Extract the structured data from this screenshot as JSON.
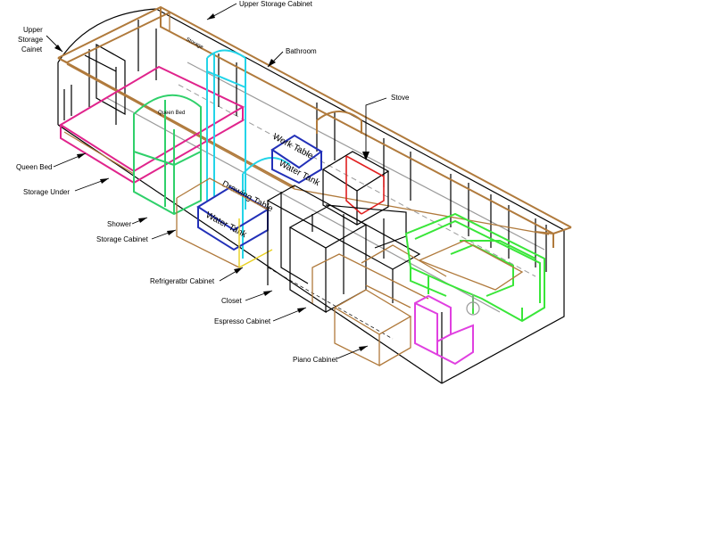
{
  "labels": {
    "upper_storage_cabinet": "Upper Storage Cabinet",
    "upper_storage_cainet_line1": "Upper",
    "upper_storage_cainet_line2": "Storage",
    "upper_storage_cainet_line3": "Cainet",
    "bathroom": "Bathroom",
    "stove": "Stove",
    "queen_bed": "Queen Bed",
    "storage_under": "Storage Under",
    "shower": "Shower",
    "storage_cabinet": "Storage Cabinet",
    "refrigerator_cabinet": "Refrigeratbr Cabinet",
    "closet": "Closet",
    "espresso_cabinet": "Espresso Cabinet",
    "piano_cabinet": "Piano Cabinet"
  },
  "in_drawing": {
    "storage": "Storage",
    "queen_bed": "Queen Bed",
    "work_table": "Work Table",
    "water_tank_upper": "Water Tank",
    "drawing_table": "Drawing Table",
    "water_tank_lower": "Water Tank"
  },
  "colors": {
    "frame": "#000000",
    "cabinet": "#b07a3c",
    "bed": "#e0248c",
    "shower": "#2fd06a",
    "bathroom": "#23d4e8",
    "water_tank": "#2230b8",
    "stove": "#e02020",
    "table": "#39e639",
    "piano": "#e040e0"
  }
}
